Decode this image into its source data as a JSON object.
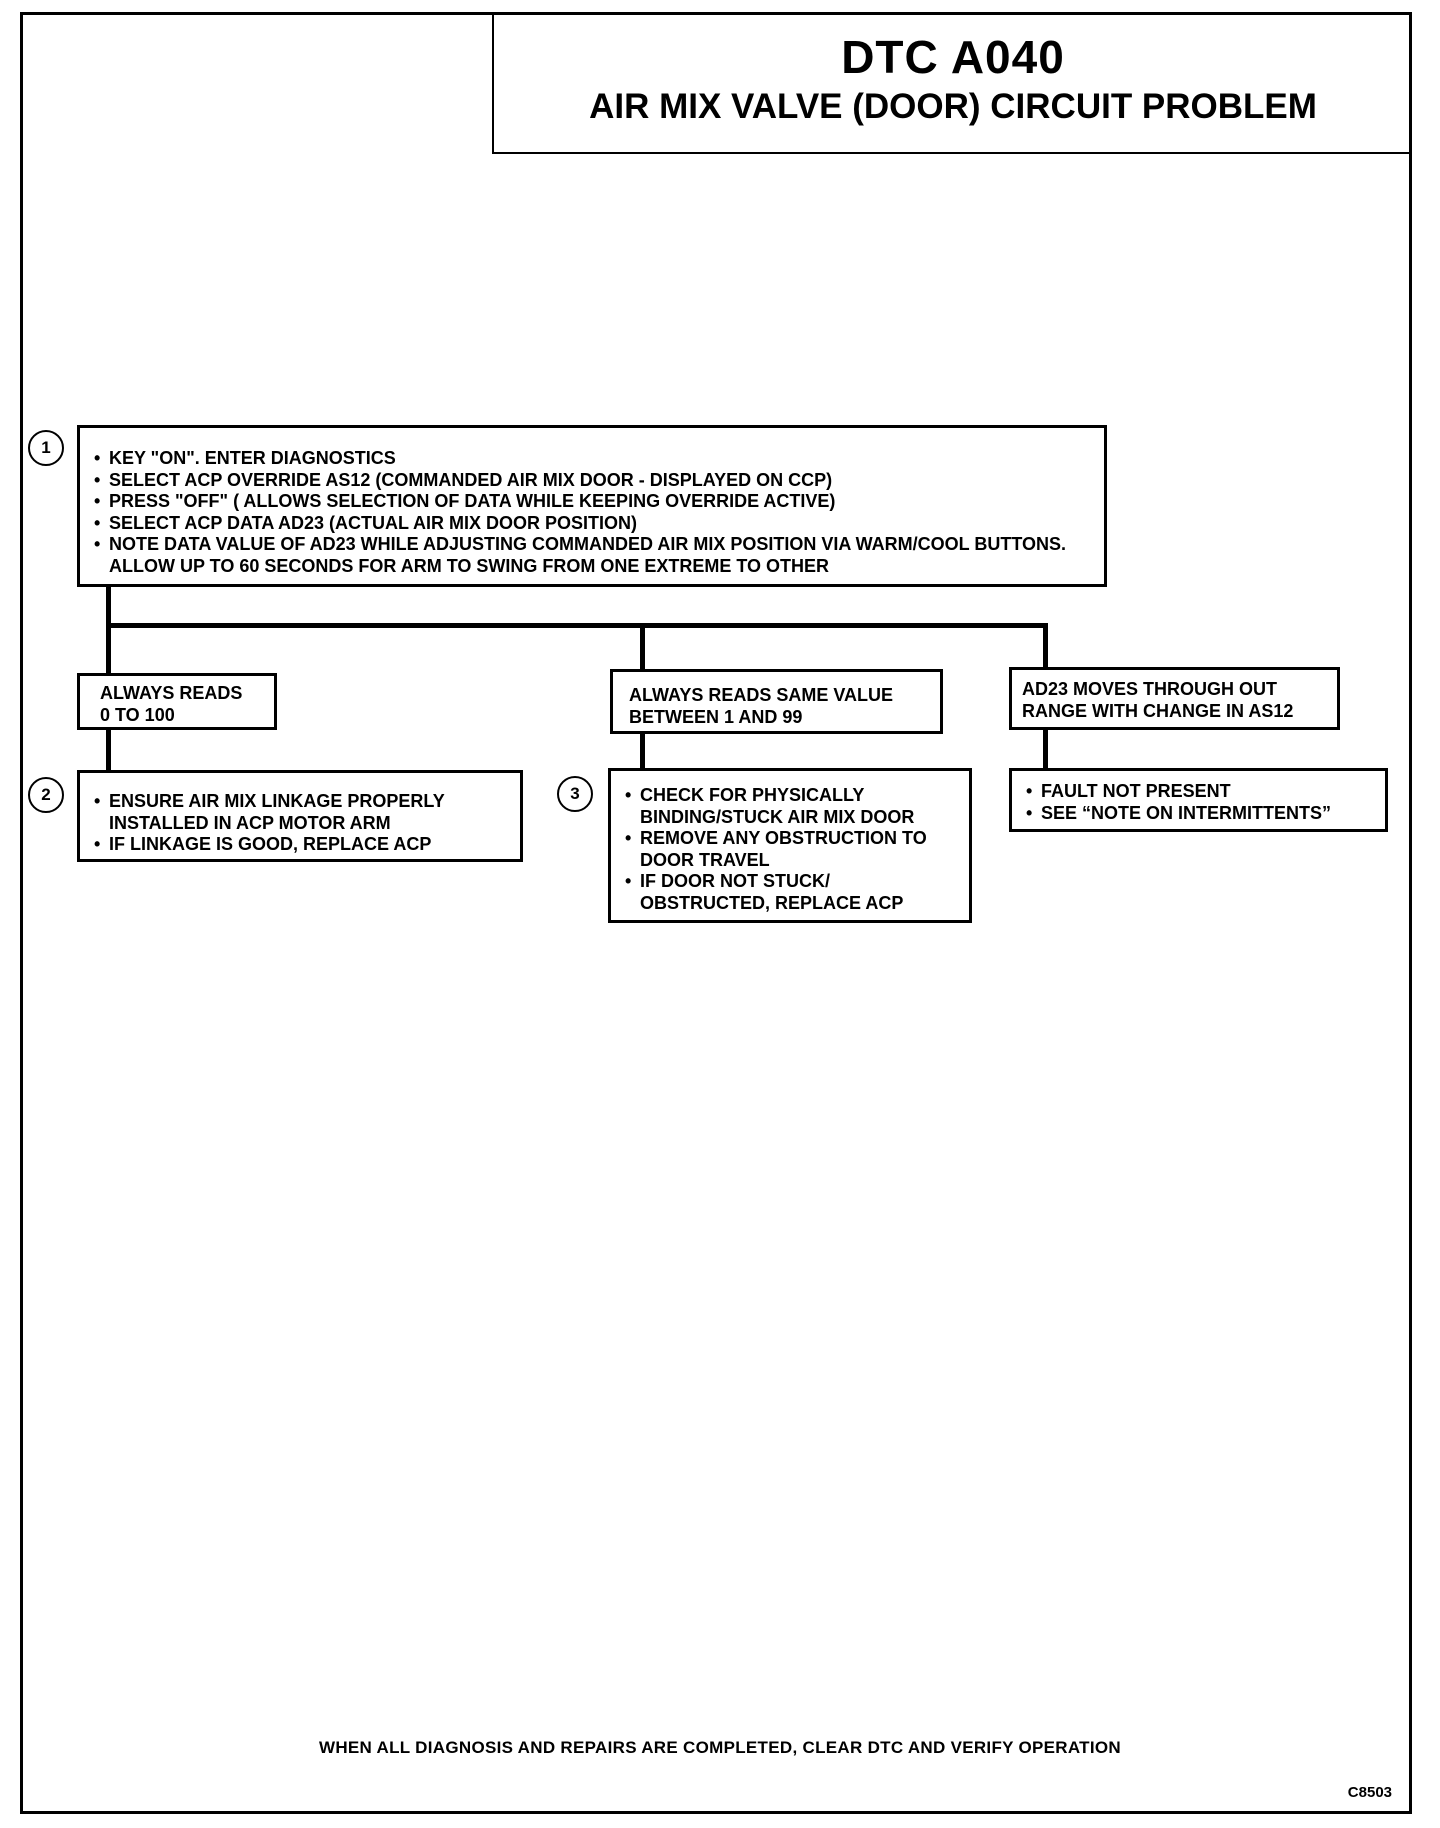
{
  "header": {
    "code": "DTC A040",
    "title": "AIR MIX VALVE (DOOR) CIRCUIT PROBLEM"
  },
  "steps": {
    "step1": {
      "number": "1",
      "items": [
        "KEY \"ON\". ENTER DIAGNOSTICS",
        "SELECT ACP OVERRIDE AS12 (COMMANDED AIR MIX DOOR - DISPLAYED ON CCP)",
        "PRESS \"OFF\" ( ALLOWS SELECTION OF DATA WHILE KEEPING OVERRIDE ACTIVE)",
        "SELECT ACP DATA AD23 (ACTUAL AIR MIX DOOR POSITION)",
        "NOTE DATA VALUE OF AD23 WHILE ADJUSTING COMMANDED AIR MIX POSITION VIA WARM/COOL BUTTONS. ALLOW UP TO 60 SECONDS FOR ARM TO SWING FROM ONE EXTREME TO OTHER"
      ]
    },
    "step2": {
      "number": "2",
      "items": [
        "ENSURE AIR MIX LINKAGE PROPERLY INSTALLED IN ACP MOTOR ARM",
        "IF LINKAGE IS GOOD, REPLACE ACP"
      ]
    },
    "step3": {
      "number": "3",
      "items": [
        "CHECK FOR PHYSICALLY BINDING/STUCK AIR MIX DOOR",
        "REMOVE ANY OBSTRUCTION TO DOOR TRAVEL",
        "IF DOOR NOT STUCK/ OBSTRUCTED, REPLACE ACP"
      ]
    }
  },
  "results": {
    "left": [
      "ALWAYS READS",
      "0 TO 100"
    ],
    "middle": [
      "ALWAYS READS SAME VALUE",
      "BETWEEN 1 AND 99"
    ],
    "right": [
      "AD23 MOVES THROUGH OUT",
      "RANGE WITH CHANGE IN AS12"
    ]
  },
  "outcome_right": {
    "items": [
      "FAULT NOT PRESENT",
      "SEE “NOTE ON INTERMITTENTS”"
    ]
  },
  "footer": {
    "note": "WHEN ALL DIAGNOSIS AND REPAIRS ARE COMPLETED, CLEAR DTC AND VERIFY OPERATION",
    "figure_code": "C8503"
  }
}
